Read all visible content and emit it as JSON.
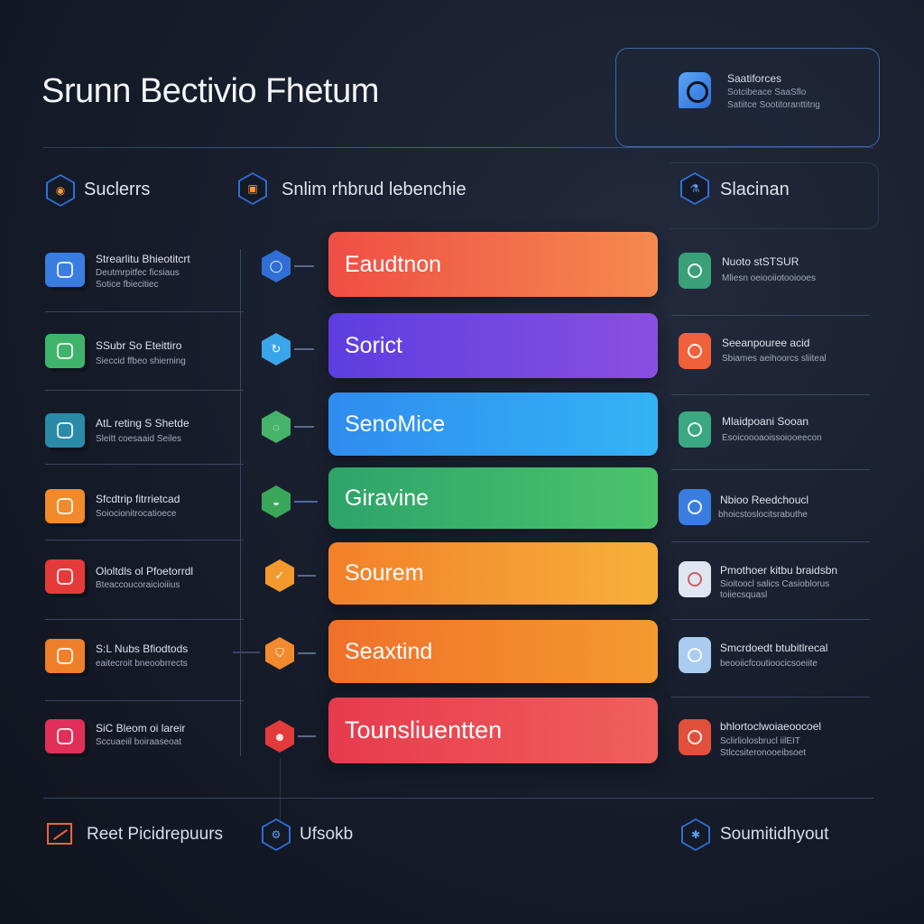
{
  "title": "Srunn Bectivio Fhetum",
  "info_card": {
    "title": "Saatiforces",
    "lines": [
      "Sotcibeace SaaSflo",
      "Satiitce Sootitoranttitng"
    ]
  },
  "headers": {
    "left": "Suclerrs",
    "center": "Snlim rhbrud  lebenchie",
    "right": "Slacinan"
  },
  "left_rows": [
    {
      "title": "Strearlitu Bhieotitcrt",
      "sub": [
        "Deutmrpitfec ficsiaus",
        "Sotice fbiecitiec"
      ]
    },
    {
      "title": "SSubr So Eteittiro",
      "sub": [
        "Sieccid ffbeo shieming"
      ]
    },
    {
      "title": "AtL reting S Shetde",
      "sub": [
        "Sleitt coesaaid Seiles"
      ]
    },
    {
      "title": "Sfcdtrip fitrrietcad",
      "sub": [
        "Soiocionitrocatioece"
      ]
    },
    {
      "title": "Ololtdls ol Pfoetorrdl",
      "sub": [
        "Bteaccoucoraicioiiius"
      ]
    },
    {
      "title": "S:L Nubs Bfiodtods",
      "sub": [
        "eaitecroit bneoobrrects"
      ]
    },
    {
      "title": "SiC Bleom oi lareir",
      "sub": [
        "Sccuaeiil boiraaseoat"
      ]
    }
  ],
  "bars": [
    {
      "label": "Eaudtnon",
      "colors": [
        "#ef4e45",
        "#f58a4e"
      ]
    },
    {
      "label": "Sorict",
      "colors": [
        "#5c3ee0",
        "#8a4fe0"
      ]
    },
    {
      "label": "SenoMice",
      "colors": [
        "#2f8cf0",
        "#34b3f4"
      ]
    },
    {
      "label": "Giravine",
      "colors": [
        "#2ea36b",
        "#4bc46c"
      ]
    },
    {
      "label": "Sourem",
      "colors": [
        "#f3802a",
        "#f6b13a"
      ]
    },
    {
      "label": "Seaxtind",
      "colors": [
        "#f0702a",
        "#f49a2f"
      ]
    },
    {
      "label": "Tounsliuentten",
      "colors": [
        "#e73a4e",
        "#f0605a"
      ]
    }
  ],
  "right_rows": [
    {
      "title": "Nuoto stSTSUR",
      "sub": [
        "Mliesn oeiooiiotooiooes"
      ]
    },
    {
      "title": "Seeanpouree acid",
      "sub": [
        "Sbiames aeihoorcs sliiteal"
      ]
    },
    {
      "title": "Mlaidpoani Sooan",
      "sub": [
        "Esoicoooaoissoiooeecon"
      ]
    },
    {
      "title": "Nbioo Reedchoucl",
      "sub": [
        "bhoicstoslocitsrabuthe"
      ]
    },
    {
      "title": "Pmothoer kitbu braidsbn",
      "sub": [
        "Sioitoocl salics  Casioblorus",
        "toiiecsquasl"
      ]
    },
    {
      "title": "Smcrdoedt btubitlrecal",
      "sub": [
        "beooiicfcoutioocicsoeiite"
      ]
    },
    {
      "title": "bhlortoclwoiaeoocoel",
      "sub": [
        "Sclirliolosbrucl iilEIT",
        "Stlccsiteronooeibsoet"
      ]
    }
  ],
  "footer": {
    "left": "Reet Picidrepuurs",
    "center": "Ufsokb",
    "right": "Soumitidhyout"
  },
  "colors": {
    "left_cubes": [
      "#3a7de0",
      "#3fb36a",
      "#2a8aa8",
      "#f08a2a",
      "#e53a3a",
      "#f07f2a",
      "#e0305a"
    ],
    "center_nodes": [
      "#2f6fd6",
      "#3ba5ea",
      "#45b36a",
      "#3aa65a",
      "#f29a2e",
      "#f28a2e",
      "#e33b3b"
    ],
    "right_cubes": [
      "#3aa07a",
      "#f0603a",
      "#3aa880",
      "#3a7de0",
      "#dfe6f2",
      "#a9ccf0",
      "#e0503a"
    ]
  }
}
